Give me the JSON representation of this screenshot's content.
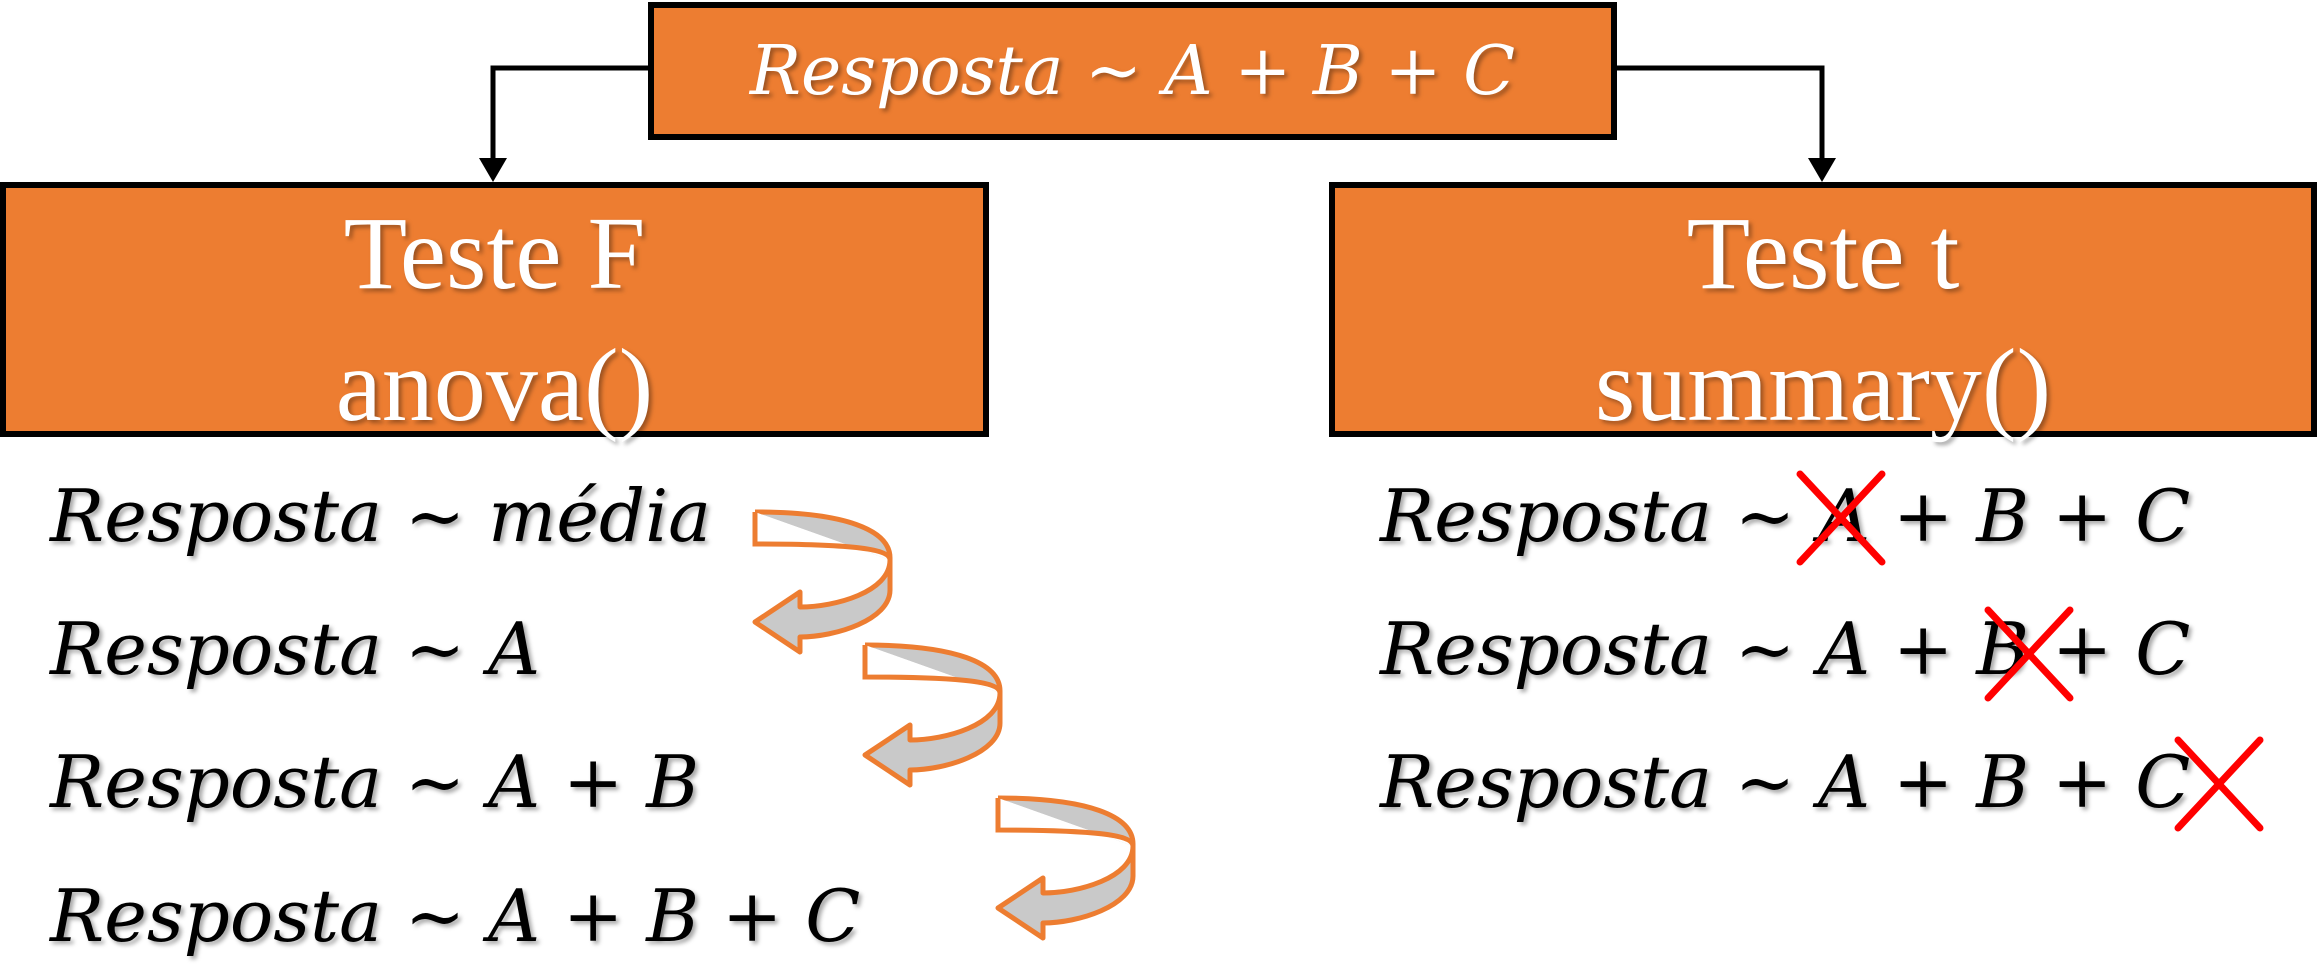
{
  "top_formula": "Resposta ~ A + B + C",
  "left_box": {
    "line1": "Teste F",
    "line2": "anova()"
  },
  "right_box": {
    "line1": "Teste t",
    "line2": "summary()"
  },
  "f_test_models": [
    "Resposta ~ média",
    "Resposta ~ A",
    "Resposta ~ A + B",
    "Resposta ~ A + B + C"
  ],
  "t_test_models": [
    "Resposta ~ A + B + C",
    "Resposta ~ A + B + C",
    "Resposta ~ A + B + C"
  ],
  "crossed_terms": [
    "A",
    "B",
    "C"
  ],
  "colors": {
    "box_fill": "#ED7D31",
    "arrow_outline": "#ED7D31",
    "arrow_fill": "#C9C9C9",
    "cross": "#FF0000"
  }
}
